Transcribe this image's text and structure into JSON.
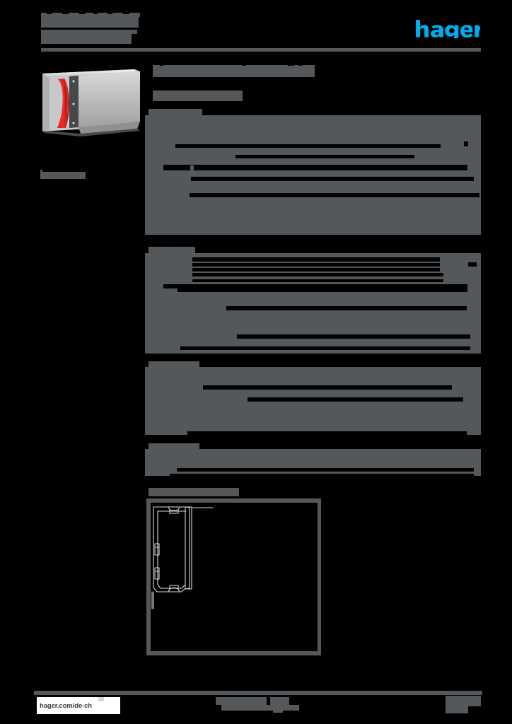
{
  "document": {
    "type": "product-datasheet",
    "brand": "hager",
    "language_region": "de-ch",
    "redacted": true,
    "page_background": "#000000",
    "redaction_color": "#55585a",
    "brand_color": "#00ADEF"
  },
  "header": {
    "title_line_1": "",
    "title_line_2": "",
    "logo_text": "hager",
    "logo_aria": "hager-logo"
  },
  "left_column": {
    "product_image_alt": "product-photo",
    "caption": ""
  },
  "main": {
    "title": "",
    "subtitle": "",
    "sections": [
      {
        "id": "section-1",
        "label": ""
      },
      {
        "id": "section-2",
        "label": ""
      },
      {
        "id": "section-3",
        "label": ""
      },
      {
        "id": "section-4",
        "label": ""
      },
      {
        "id": "section-5",
        "label": ""
      }
    ]
  },
  "drawing": {
    "alt": "technical-cross-section-drawing"
  },
  "footer": {
    "url": "hager.com/de-ch",
    "center_text": "",
    "right_text": ""
  }
}
